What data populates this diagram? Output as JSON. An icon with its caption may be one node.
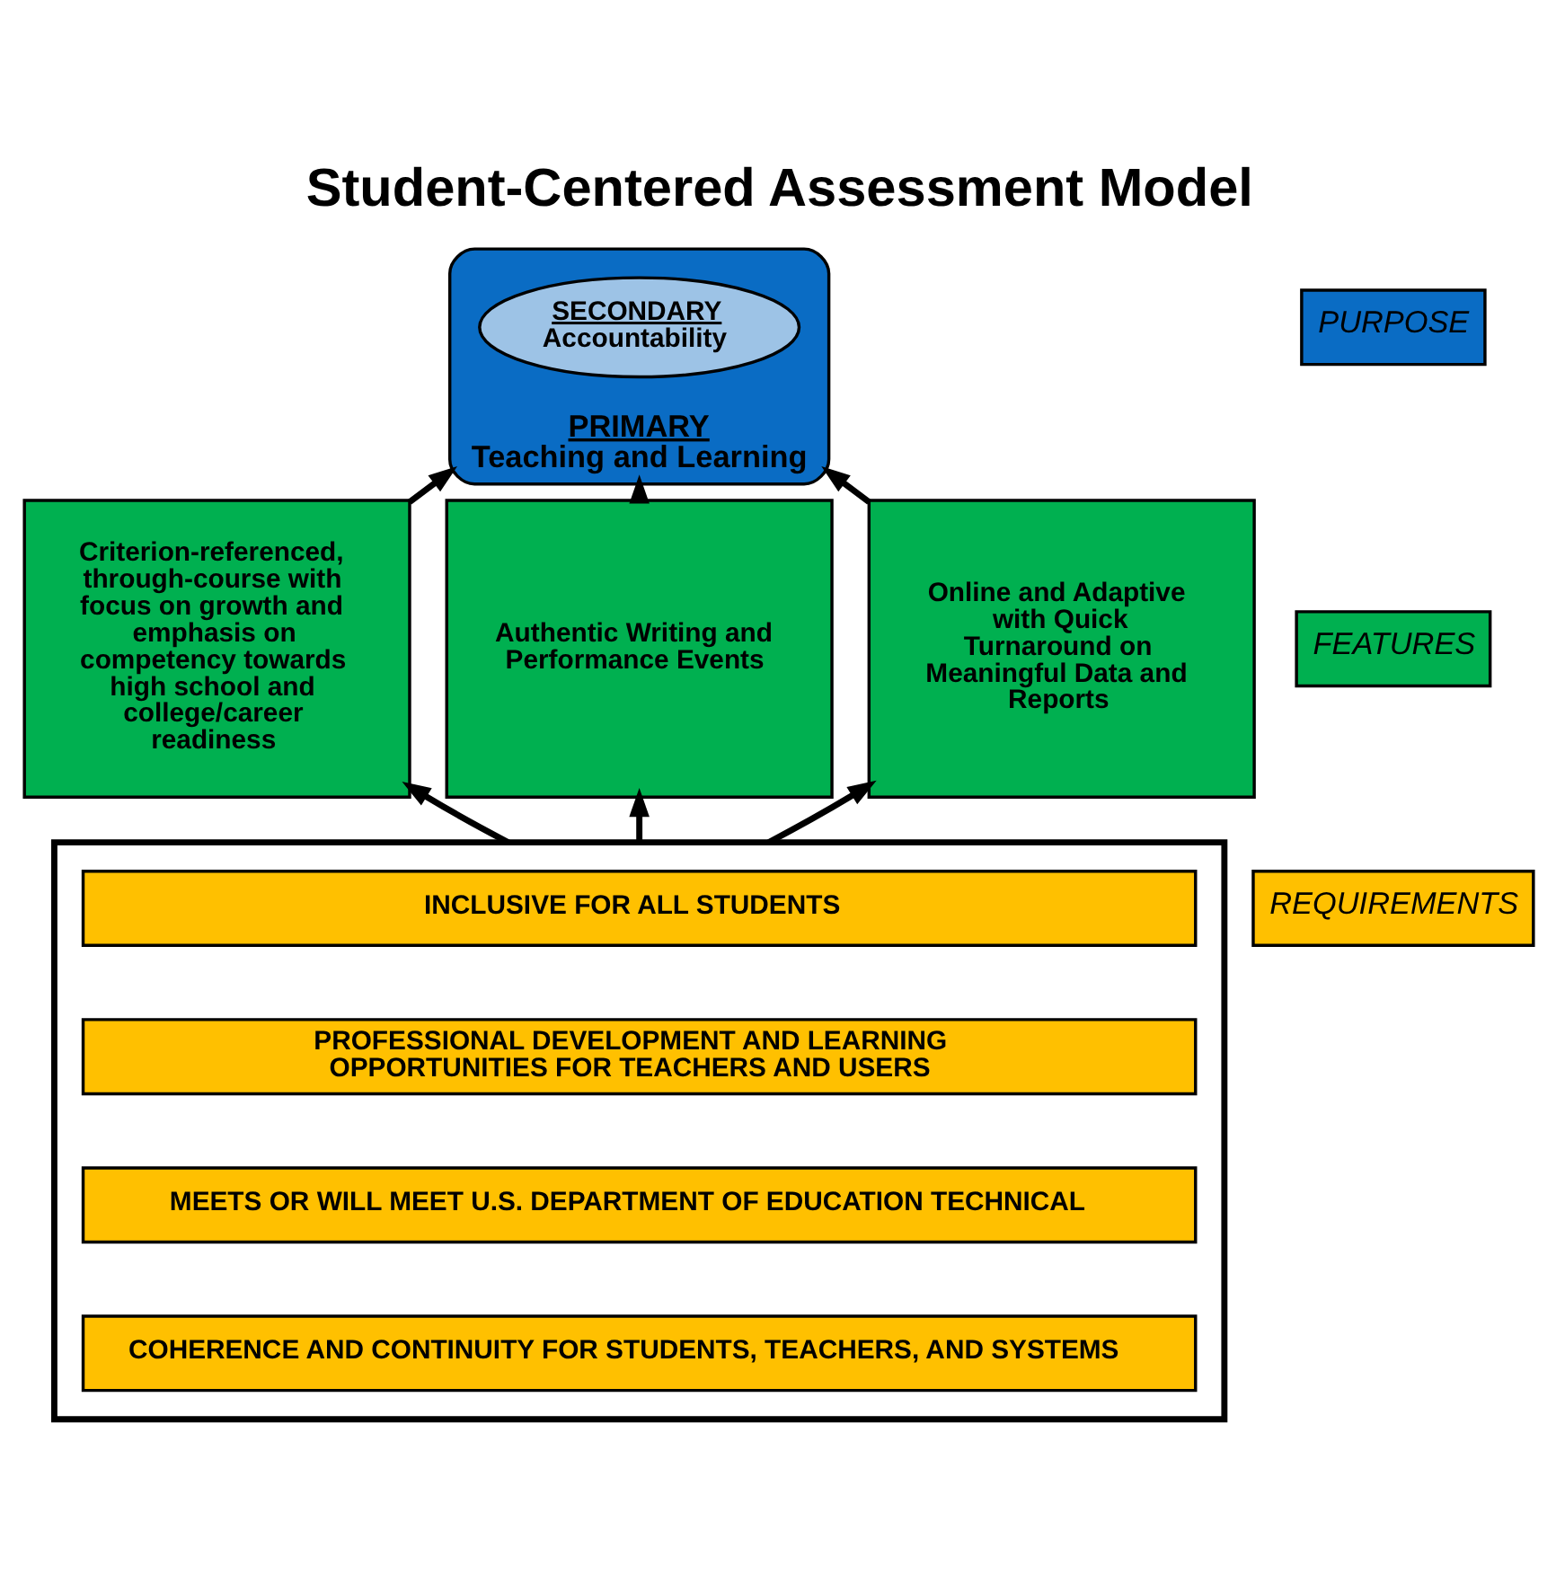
{
  "diagram": {
    "title": "Student-Centered Assessment Model",
    "nodes": [
      {
        "text": [
          "PRIMARY",
          "Teaching and Learning"
        ]
      },
      {
        "text": [
          "SECONDARY",
          "Accountability"
        ],
        "in": 0
      },
      {
        "text": [
          "PURPOSE"
        ]
      },
      {
        "text": [
          "Criterion-referenced, through-course with focus on growth and emphasis on competency towards high school and college/career readiness"
        ]
      },
      {
        "text": [
          "Authentic Writing and Performance Events"
        ]
      },
      {
        "text": [
          "Online and Adaptive with Quick Turnaround on Meaningful Data and Reports"
        ]
      },
      {
        "text": [
          "FEATURES"
        ]
      },
      {
        "text": [],
        "shape": "box"
      },
      {
        "text": [
          "INCLUSIVE FOR ALL STUDENTS"
        ],
        "in": 7
      },
      {
        "text": [
          "PROFESSIONAL DEVELOPMENT AND LEARNING OPPORTUNITIES FOR TEACHERS AND USERS"
        ],
        "in": 7
      },
      {
        "text": [
          "MEETS OR WILL MEET U.S. DEPARTMENT OF EDUCATION TECHNICAL"
        ],
        "in": 7
      },
      {
        "text": [
          "COHERENCE AND CONTINUITY FOR STUDENTS, TEACHERS, AND SYSTEMS"
        ],
        "in": 7
      },
      {
        "text": [
          "REQUIREMENTS"
        ]
      }
    ],
    "edges": [
      {
        "from": 3,
        "to": 0,
        "arrow": "to"
      },
      {
        "from": 4,
        "to": 0,
        "arrow": "to"
      },
      {
        "from": 5,
        "to": 0,
        "arrow": "to"
      },
      {
        "from": 7,
        "to": 3,
        "arrow": "to"
      },
      {
        "from": 7,
        "to": 4,
        "arrow": "to"
      },
      {
        "from": 7,
        "to": 5,
        "arrow": "to"
      }
    ]
  }
}
